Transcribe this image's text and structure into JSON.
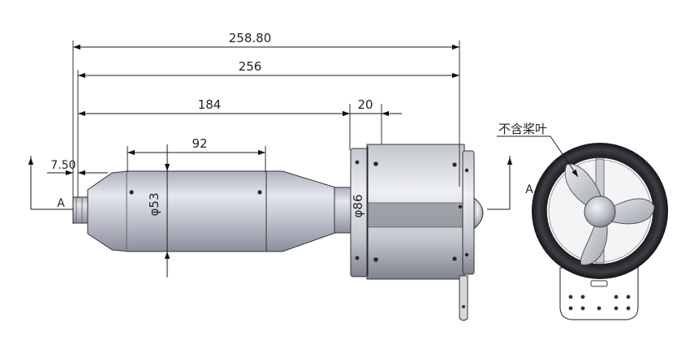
{
  "dimensions": {
    "overall_length": "258.80",
    "body_length": "256",
    "to_duct": "184",
    "duct_width": "20",
    "cylinder_length": "92",
    "shaft_stub": "7.50",
    "body_diameter": "φ53",
    "duct_diameter": "φ86"
  },
  "section": {
    "left_label": "A",
    "right_label": "A"
  },
  "annotation": {
    "note": "不含桨叶"
  }
}
